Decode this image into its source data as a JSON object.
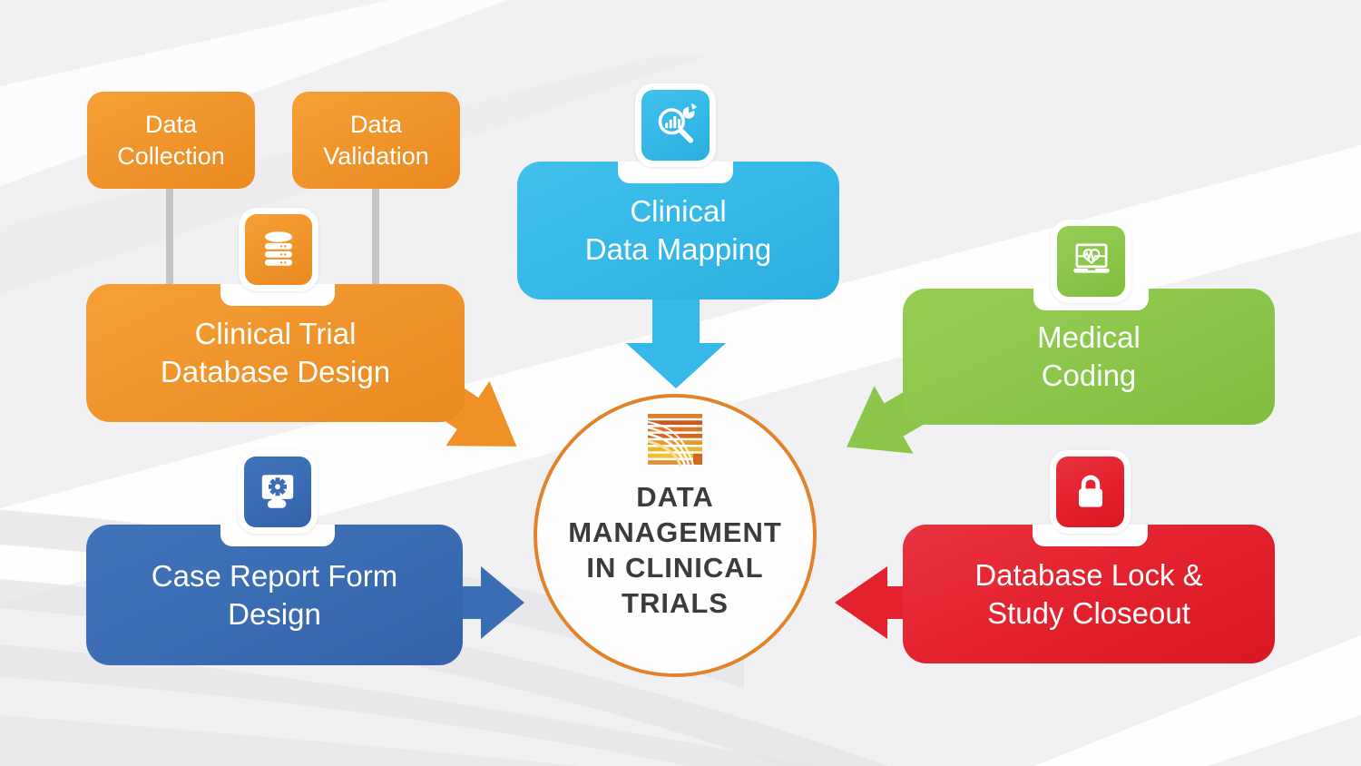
{
  "title": "Data Management in Clinical Trials",
  "center": {
    "lines": [
      "DATA",
      "MANAGEMENT",
      "IN CLINICAL",
      "TRIALS"
    ],
    "logo_icon": "striped-swoosh-logo",
    "ring_color": "#E1832B",
    "text_color": "#3B3B3D"
  },
  "nodes": {
    "data_collection": {
      "line1": "Data",
      "line2": "Collection",
      "color": "#F0952C"
    },
    "data_validation": {
      "line1": "Data",
      "line2": "Validation",
      "color": "#F0952C"
    },
    "clinical_trial_database_design": {
      "line1": "Clinical Trial",
      "line2": "Database Design",
      "color": "#F0952C",
      "icon": "database-icon"
    },
    "clinical_data_mapping": {
      "line1": "Clinical",
      "line2": "Data Mapping",
      "color": "#35B9E8",
      "icon": "chart-magnifier-icon"
    },
    "medical_coding": {
      "line1": "Medical",
      "line2": "Coding",
      "color": "#8CC74B",
      "icon": "laptop-heartbeat-icon"
    },
    "case_report_form_design": {
      "line1": "Case Report Form",
      "line2": "Design",
      "color": "#3B6DB4",
      "icon": "monitor-gear-icon"
    },
    "database_lock_study_closeout": {
      "line1": "Database Lock &",
      "line2": "Study Closeout",
      "color": "#E4212E",
      "icon": "padlock-icon"
    }
  },
  "colors": {
    "orange": "#F0952C",
    "light_blue": "#35B9E8",
    "green": "#8CC74B",
    "dark_blue": "#3B6DB4",
    "red": "#E4212E",
    "connector_gray": "#C5C5C7",
    "background": "#F1F1F3"
  }
}
